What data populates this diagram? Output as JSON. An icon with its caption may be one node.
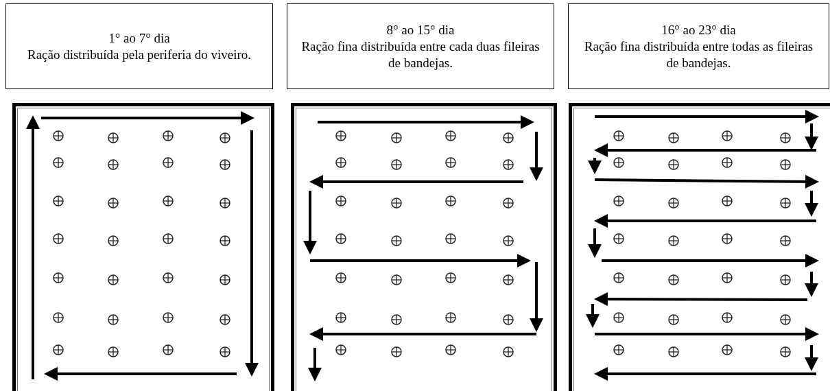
{
  "diagram": {
    "nodes": [
      {
        "text": [
          "1° ao 7° dia",
          "Ração distribuída pela periferia do viveiro."
        ]
      },
      {
        "text": [
          "8° ao 15° dia",
          "Ração fina distribuída entre cada duas fileiras de bandejas."
        ]
      },
      {
        "text": [
          "16° ao 23° dia",
          "Ração fina distribuída entre todas as fileiras de bandejas."
        ]
      },
      {
        "text": [],
        "shape": "box"
      },
      {
        "text": [],
        "shape": "box"
      },
      {
        "text": [],
        "shape": "box"
      }
    ]
  }
}
